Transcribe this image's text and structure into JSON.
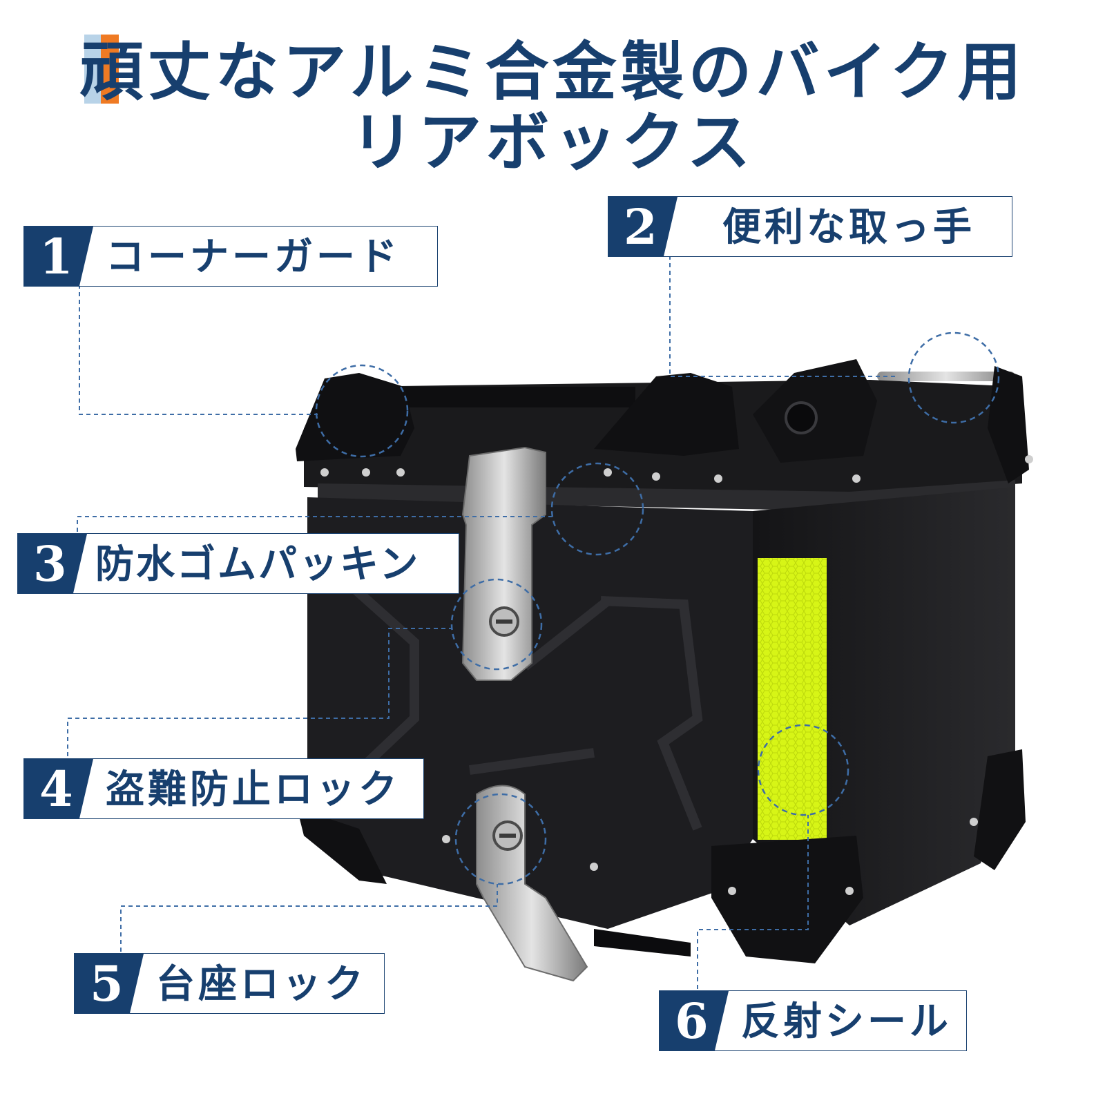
{
  "title": {
    "line1": "頑丈なアルミ合金製のバイク用",
    "line2": "リアボックス"
  },
  "features": [
    {
      "num": "1",
      "text": "コーナーガード"
    },
    {
      "num": "2",
      "text": "便利な取っ手"
    },
    {
      "num": "3",
      "text": "防水ゴムパッキン"
    },
    {
      "num": "4",
      "text": "盗難防止ロック"
    },
    {
      "num": "5",
      "text": "台座ロック"
    },
    {
      "num": "6",
      "text": "反射シール"
    }
  ],
  "colors": {
    "navy": "#173f6e",
    "accent_orange": "#ef7a23",
    "accent_light_blue": "#b8d3e8",
    "reflector": "#d7f516",
    "box_body": "#1c1c1e"
  }
}
